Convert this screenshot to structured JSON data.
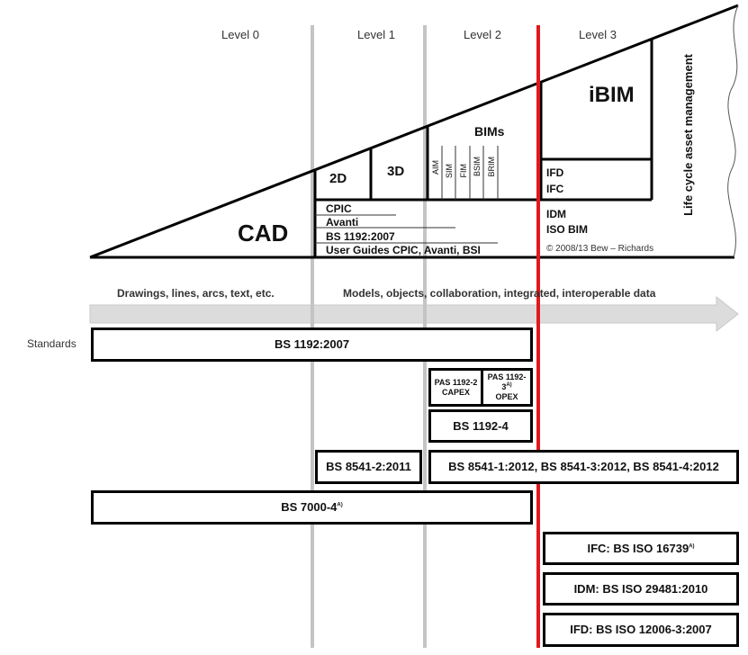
{
  "levels": [
    "Level 0",
    "Level 1",
    "Level 2",
    "Level 3"
  ],
  "triangle": {
    "cad": "CAD",
    "d2": "2D",
    "d3": "3D",
    "bims": "BIMs",
    "bims_items": [
      "AIM",
      "SIM",
      "FIM",
      "BSIM",
      "BRIM"
    ],
    "level1_list": [
      "CPIC",
      "Avanti",
      "BS 1192:2007",
      "User Guides CPIC, Avanti, BSI"
    ],
    "ibim": "iBIM",
    "ifd": "IFD",
    "ifc": "IFC",
    "idm": "IDM",
    "iso_bim": "ISO BIM",
    "copyright": "© 2008/13 Bew – Richards",
    "lifecycle": "Life cycle asset management"
  },
  "arrow": {
    "left_text": "Drawings, lines, arcs, text, etc.",
    "right_text": "Models, objects, collaboration, integrated, interoperable data"
  },
  "standards": {
    "label": "Standards",
    "bs1192": "BS 1192:2007",
    "pas1192_2": [
      "PAS 1192-2",
      "CAPEX"
    ],
    "pas1192_3": [
      "PAS 1192-3",
      "OPEX"
    ],
    "bs1192_4": "BS 1192-4",
    "bs8541_2": "BS 8541-2:2011",
    "bs8541_rest": "BS 8541-1:2012, BS 8541-3:2012, BS 8541-4:2012",
    "bs7000": "BS 7000-4",
    "ifc": "IFC: BS ISO 16739",
    "idm": "IDM: BS ISO 29481:2010",
    "ifd": "IFD: BS ISO 12006-3:2007",
    "footnote_mark": "A)"
  },
  "colors": {
    "red_line": "#e0191d",
    "gray_line": "#c4c4c4",
    "arrow": "#dcdcdc"
  }
}
